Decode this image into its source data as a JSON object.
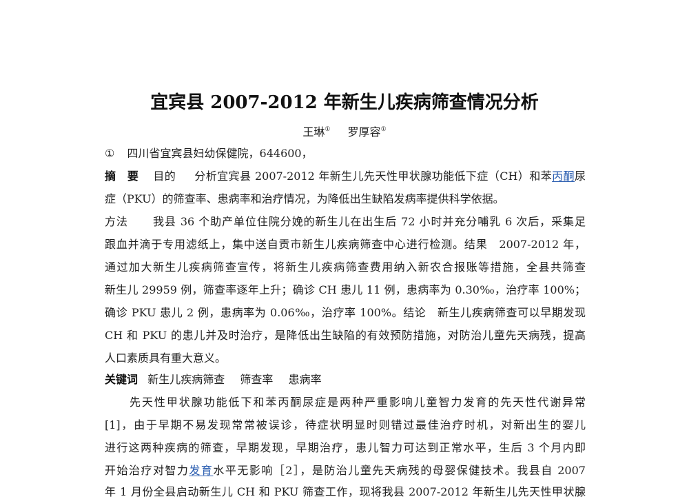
{
  "document": {
    "title": "宜宾县 2007-2012 年新生儿疾病筛查情况分析",
    "authors": [
      {
        "name": "王琳",
        "affiliation_mark": "①"
      },
      {
        "name": "罗厚容",
        "affiliation_mark": "①"
      }
    ],
    "affiliation": {
      "mark": "①",
      "text": "四川省宜宾县妇幼保健院，644600，"
    },
    "abstract": {
      "label": "摘　要",
      "objective_label": "目的",
      "line1_text_a": "分析宜宾县 2007-2012 年新生儿先天性甲状腺功能低下症（CH）和苯",
      "line1_link": "丙酮",
      "line1_text_b": "尿",
      "line2": "症（PKU）的筛查率、患病率和治疗情况，为降低出生缺陷发病率提供科学依据。",
      "method_label": "方法",
      "line3": "我县 36 个助产单位住院分娩的新生儿在出生后 72 小时并充分哺乳 6 次后，采集足",
      "line4": "跟血并滴于专用滤纸上，集中送自贡市新生儿疾病筛查中心进行检测。结果　2007-2012 年，",
      "line5": "通过加大新生儿疾病筛查宣传，将新生儿疾病筛查费用纳入新农合报账等措施，全县共筛查",
      "line6": "新生儿 29959 例，筛查率逐年上升；确诊 CH 患儿 11 例，患病率为 0.30‰，治疗率 100%；",
      "line7": "确诊 PKU 患儿 2 例，患病率为 0.06‰，治疗率 100%。结论　新生儿疾病筛查可以早期发现",
      "line8": "CH 和 PKU 的患儿并及时治疗，是降低出生缺陷的有效预防措施，对防治儿童先天病残，提高",
      "line9": "人口素质具有重大意义。"
    },
    "keywords": {
      "label": "关键词",
      "items": [
        "新生儿疾病筛查",
        "筛查率",
        "患病率"
      ]
    },
    "body": {
      "line1": "先天性甲状腺功能低下和苯丙酮尿症是两种严重影响儿童智力发育的先天性代谢异常",
      "line2": "[1]，由于早期不易发现常常被误诊，待症状明显时则错过最佳治疗时机，对新出生的婴儿",
      "line3": "进行这两种疾病的筛查，早期发现，早期治疗，患儿智力可达到正常水平，生后 3 个月内即",
      "line4_text_a": "开始治疗对智力",
      "line4_link": "发育",
      "line4_text_b": "水平无影响［2］，是防治儿童先天病残的母婴保健技术。我县自 2007",
      "line5": "年 1 月份全县启动新生儿 CH 和 PKU 筛查工作，现将我县 2007-2012 年新生儿先天性甲状腺"
    },
    "colors": {
      "text": "#222222",
      "link": "#2a5db0",
      "background": "#ffffff"
    }
  }
}
